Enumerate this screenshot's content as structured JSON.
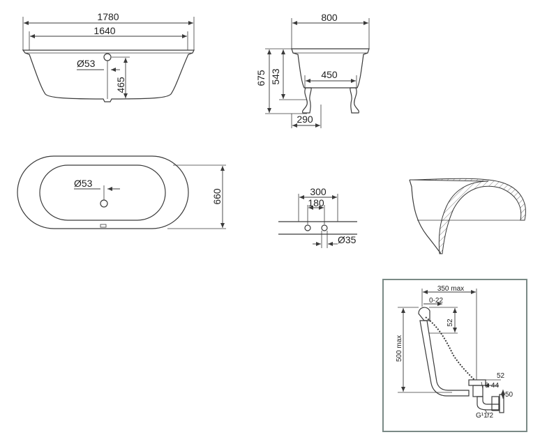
{
  "views": {
    "front": {
      "overall_length": "1780",
      "inner_length": "1640",
      "drain_diameter": "Ø53",
      "inner_depth": "465"
    },
    "side": {
      "overall_width": "800",
      "total_height": "675",
      "rim_height": "543",
      "inner_bottom_width": "450",
      "feet_spacing": "290"
    },
    "top": {
      "drain_diameter": "Ø53",
      "width": "660"
    },
    "tap_holes": {
      "outer_spacing": "300",
      "inner_spacing": "180",
      "hole_diameter": "Ø35"
    },
    "waste": {
      "horizontal_max": "350 max",
      "overflow_offset": "0-22",
      "overflow_height": "52",
      "vertical_max": "500 max",
      "outlet_height": "52",
      "outlet_adjust": "0-44",
      "outlet_drop": "50",
      "thread": "G¹1/2"
    }
  }
}
